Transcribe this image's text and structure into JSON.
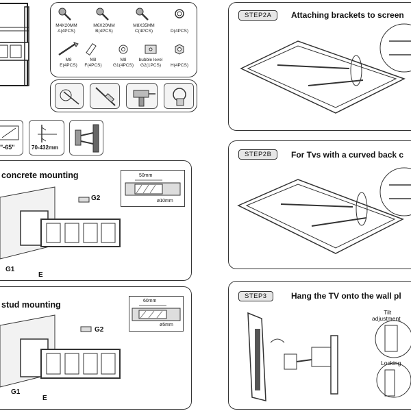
{
  "hardware": {
    "items": [
      {
        "code": "A",
        "label_l1": "M4X20MM",
        "label_l2": "A(4PCS)",
        "icon": "screw-icon"
      },
      {
        "code": "B",
        "label_l1": "M6X20MM",
        "label_l2": "B(4PCS)",
        "icon": "screw-icon"
      },
      {
        "code": "C",
        "label_l1": "M8X35MM",
        "label_l2": "C(4PCS)",
        "icon": "screw-icon"
      },
      {
        "code": "D",
        "label_l1": "",
        "label_l2": "D(4PCS)",
        "icon": "spacer-icon"
      },
      {
        "code": "E",
        "label_l1": "M8",
        "label_l2": "E(4PCS)",
        "icon": "lag-bolt-icon"
      },
      {
        "code": "F",
        "label_l1": "M8",
        "label_l2": "F(4PCS)",
        "icon": "anchor-icon"
      },
      {
        "code": "G1",
        "label_l1": "M8",
        "label_l2": "G1(4PCS)",
        "icon": "washer-icon"
      },
      {
        "code": "G2",
        "label_l1": "bubble level",
        "label_l2": "G2(1PCS)",
        "icon": "bubble-level-icon"
      },
      {
        "code": "H",
        "label_l1": "",
        "label_l2": "H(4PCS)",
        "icon": "nut-icon"
      }
    ]
  },
  "specs": {
    "size_range": "\"-65\"",
    "vesa": "70-432mm"
  },
  "concrete": {
    "title": "concrete mounting",
    "hole_depth": "50mm",
    "hole_diameter": "ø10mm",
    "label_g2": "G2",
    "label_g1": "G1",
    "label_e": "E"
  },
  "stud": {
    "title": "stud mounting",
    "hole_depth": "60mm",
    "hole_diameter": "ø5mm",
    "label_g2": "G2",
    "label_g1": "G1",
    "label_e": "E"
  },
  "steps": [
    {
      "tag": "STEP2A",
      "title": "Attaching brackets to screen"
    },
    {
      "tag": "STEP2B",
      "title": "For Tvs with a curved back c"
    },
    {
      "tag": "STEP3",
      "title": "Hang the TV onto the wall pl",
      "tilt_label_l1": "Tilt",
      "tilt_label_l2": "adjustment",
      "locking_label": "Locking"
    }
  ]
}
